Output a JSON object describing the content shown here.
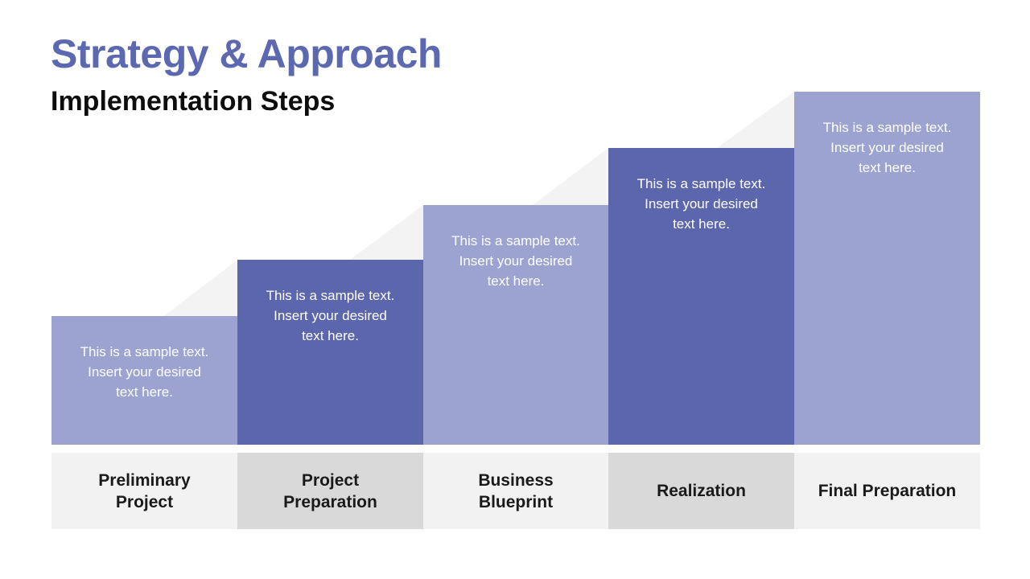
{
  "slide": {
    "title": "Strategy & Approach",
    "subtitle": "Implementation Steps"
  },
  "colors": {
    "title_text": "#5C68B0",
    "subtitle_text": "#0D0D0D",
    "bar_light_purple": "#9CA3D1",
    "bar_dark_purple": "#5B66AC",
    "ramp_triangle_gray": "#F3F3F3",
    "label_cell_light_gray": "#F2F2F2",
    "label_cell_dark_gray": "#D9D9D9",
    "bar_text": "#FFFFFF",
    "label_text": "#1A1A1A"
  },
  "steps": [
    {
      "label_line1": "Preliminary",
      "label_line2": "Project",
      "body_line1": "This is a sample text.",
      "body_line2": "Insert your desired",
      "body_line3": "text here."
    },
    {
      "label_line1": "Project",
      "label_line2": "Preparation",
      "body_line1": "This is a sample text.",
      "body_line2": "Insert your desired",
      "body_line3": "text here."
    },
    {
      "label_line1": "Business",
      "label_line2": "Blueprint",
      "body_line1": "This is a sample text.",
      "body_line2": "Insert your desired",
      "body_line3": "text here."
    },
    {
      "label_line1": "Realization",
      "label_line2": "",
      "body_line1": "This is a sample text.",
      "body_line2": "Insert your desired",
      "body_line3": "text here."
    },
    {
      "label_line1": "Final Preparation",
      "label_line2": "",
      "body_line1": "This is a sample text.",
      "body_line2": "Insert your desired",
      "body_line3": "text here."
    }
  ]
}
